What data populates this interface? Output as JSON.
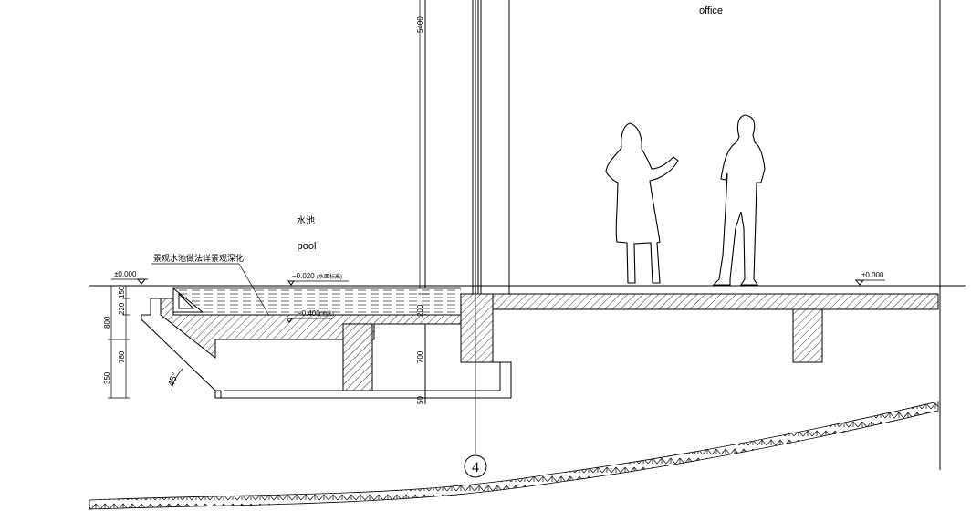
{
  "labels": {
    "room_office": "office",
    "pool_cn": "水池",
    "pool_en": "pool",
    "pool_note": "景观水池做法详景观深化",
    "water_level": "−0.020",
    "water_level_note": "(水面标高)",
    "pool_bottom_level": "−0.400",
    "pool_bottom_note": "(池底)",
    "level_left": "±0.000",
    "level_right": "±0.000",
    "dim_5400": "5400",
    "dim_200": "200",
    "dim_700": "700",
    "dim_50": "50",
    "dim_220": "220",
    "dim_150": "150",
    "dim_800": "800",
    "dim_780": "780",
    "dim_350": "350",
    "angle": "45°",
    "grid_axis": "4"
  }
}
